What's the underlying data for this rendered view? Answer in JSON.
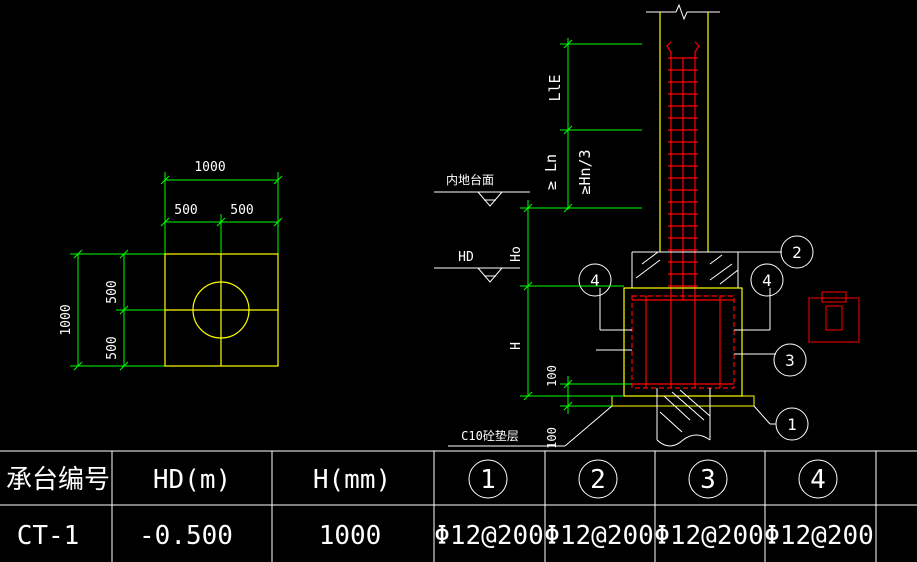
{
  "plan": {
    "dim_total_width": "1000",
    "dim_left": "500",
    "dim_right": "500",
    "dim_total_height": "1000",
    "dim_upper": "500",
    "dim_lower": "500"
  },
  "section": {
    "label_lle": "LlE",
    "label_ln": "≥ Ln",
    "label_hn3": "≥Hn/3",
    "label_ground": "内地台面",
    "label_hd": "HD",
    "label_ho": "Ho",
    "label_h": "H",
    "label_100_upper": "100",
    "label_100_lower": "100",
    "label_cushion": "C10砼垫层",
    "callouts": [
      "1",
      "2",
      "3",
      "4"
    ]
  },
  "table": {
    "headers": [
      "承台编号",
      "HD(m)",
      "H(mm)",
      "1",
      "2",
      "3",
      "4"
    ],
    "rows": [
      [
        "CT-1",
        "-0.500",
        "1000",
        "Φ12@200",
        "Φ12@200",
        "Φ12@200",
        "Φ12@200"
      ]
    ]
  },
  "colors": {
    "background": "#000000",
    "dimension": "#00ff00",
    "outline": "#ffff00",
    "rebar": "#ff0000",
    "text": "#ffffff"
  }
}
